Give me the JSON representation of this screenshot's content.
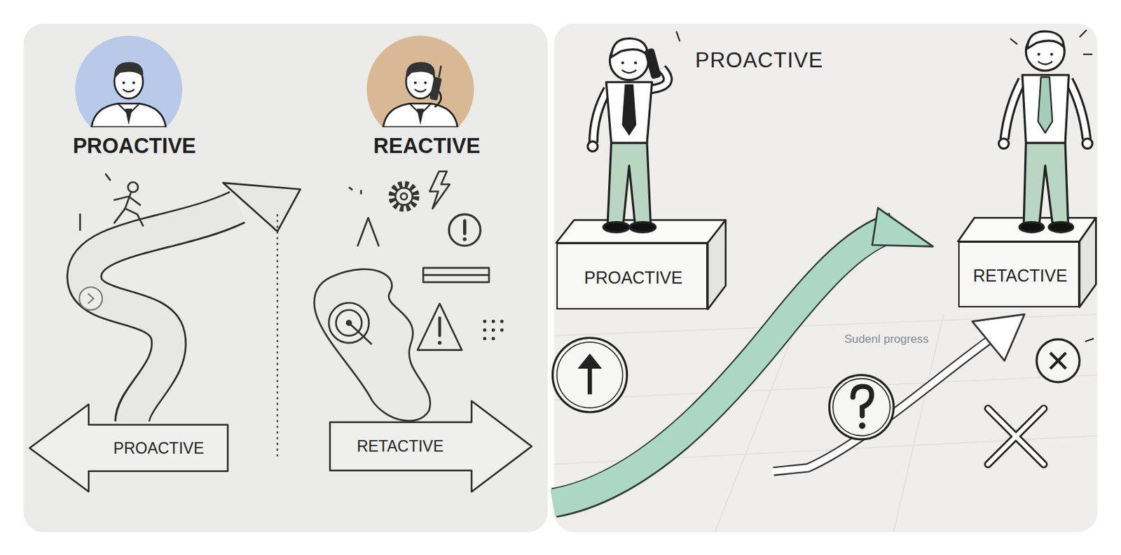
{
  "diagram": {
    "nodes": [
      {
        "text": [
          "PROACTIVE"
        ]
      },
      {
        "text": [
          "RETACTIVE"
        ]
      },
      {
        "text": [
          "PROACTIVE"
        ]
      },
      {
        "text": [
          "RETACTIVE"
        ]
      }
    ],
    "labels": [
      "PROACTIVE",
      "REACTIVE",
      "PROACTIVE",
      "Sudenl progress"
    ]
  }
}
